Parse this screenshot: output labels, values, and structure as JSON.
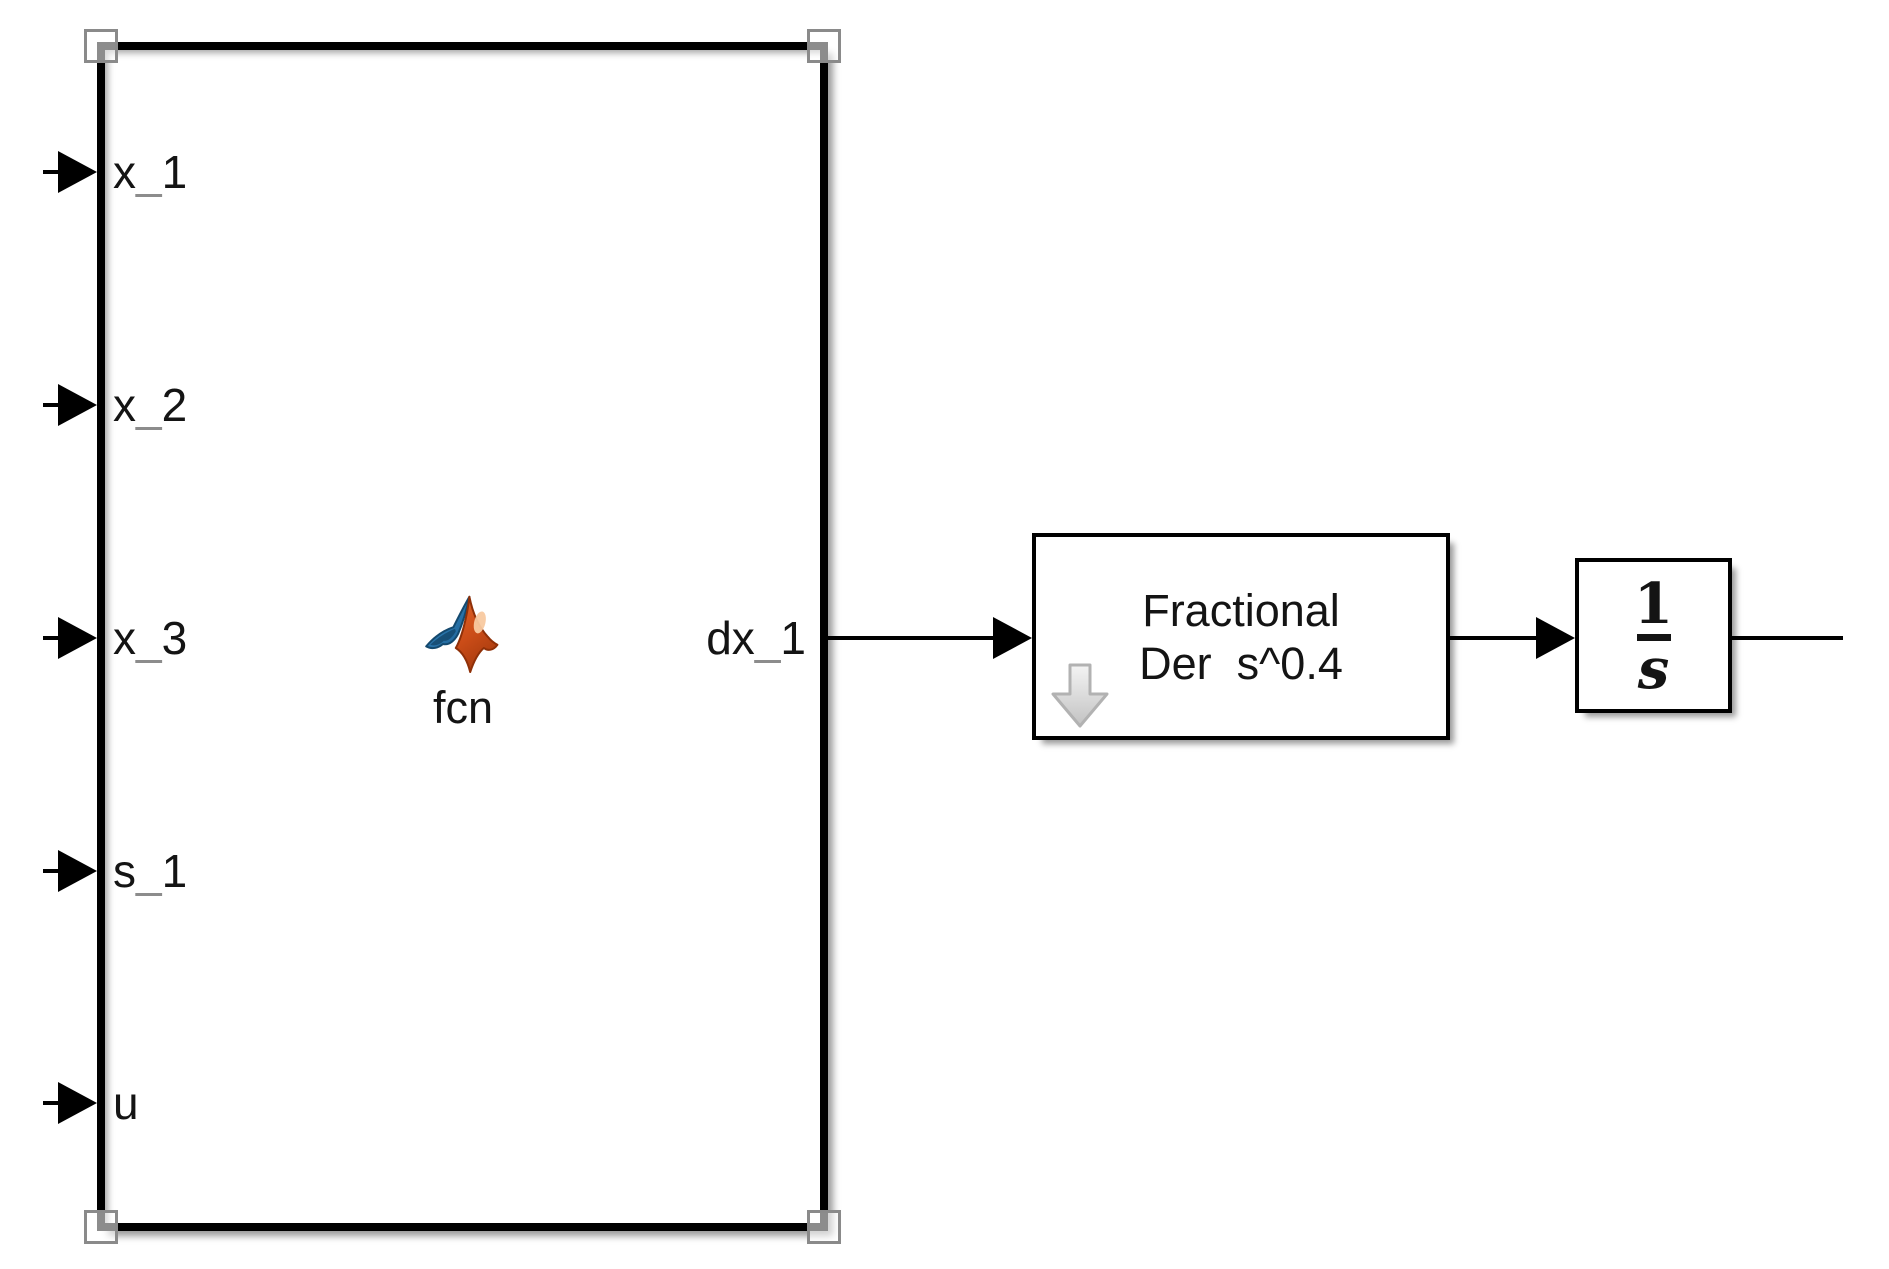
{
  "colors": {
    "line": "#000000",
    "text": "#141414",
    "underscore_gray": "#8c8c8c",
    "selection_handle": "#8a8a8a",
    "matlab_orange": "#d0521c",
    "matlab_orange_dark": "#a53a10",
    "matlab_orange_highlight": "#f8c9a0",
    "matlab_blue": "#2878b6",
    "matlab_blue_dark": "#14496e",
    "badge_gray_light": "#f4f4f4",
    "badge_gray": "#c6c6c6",
    "badge_stroke": "#b2b2b2"
  },
  "function_block": {
    "type": "MATLAB Function",
    "selected": true,
    "icon": "matlab-logo",
    "label": "fcn",
    "inputs": [
      "x_1",
      "x_2",
      "x_3",
      "s_1",
      "u"
    ],
    "outputs": [
      "dx_1"
    ]
  },
  "fractional_block": {
    "icon": "down-arrow",
    "line1": "Fractional",
    "line2": "Der  s^0.4"
  },
  "integrator_block": {
    "numerator": "1",
    "denominator": "s"
  }
}
